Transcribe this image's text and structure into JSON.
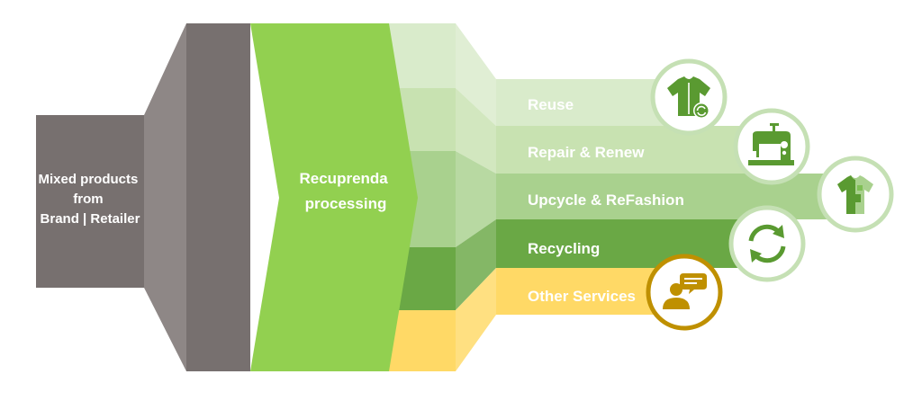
{
  "source": {
    "lines": [
      "Mixed products",
      "from",
      "Brand | Retailer"
    ]
  },
  "process": {
    "lines": [
      "Recuprenda",
      "processing"
    ]
  },
  "streams": [
    {
      "label": "Reuse",
      "icon": "shirt-reuse-icon"
    },
    {
      "label": "Repair & Renew",
      "icon": "sewing-machine-icon"
    },
    {
      "label": "Upcycle & ReFashion",
      "icon": "patched-tshirt-icon"
    },
    {
      "label": "Recycling",
      "icon": "recycle-arrows-icon"
    },
    {
      "label": "Other Services",
      "icon": "consultant-speech-icon"
    }
  ],
  "colors": {
    "gray_dark": "#77706f",
    "gray_light": "#8e8786",
    "green_main": "#92d050",
    "reuse": "#d9ebcb",
    "repair": "#c8e2b1",
    "upcycle": "#a9d18e",
    "recycling": "#6aa845",
    "other": "#ffd966",
    "green_ring": "#c5e0b4",
    "green_icon": "#5a9a31",
    "gold_ring": "#bf9000"
  }
}
